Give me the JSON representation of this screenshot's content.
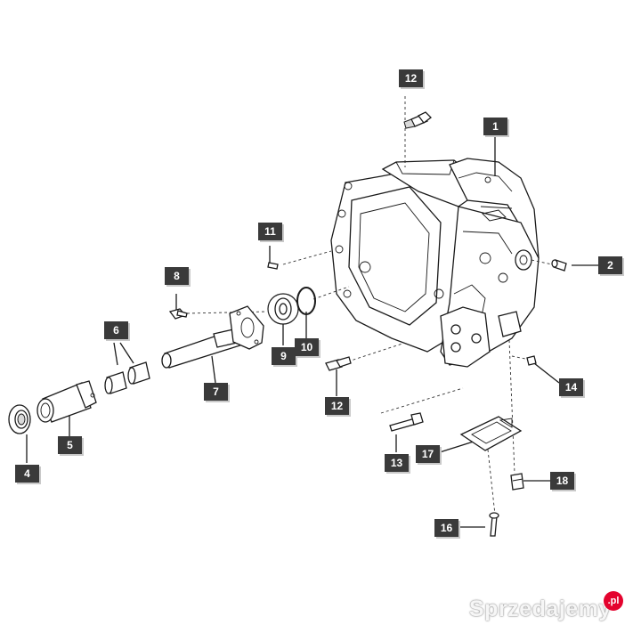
{
  "callout_color": "#3a3a3a",
  "callouts": {
    "c1": "1",
    "c2": "2",
    "c4": "4",
    "c5": "5",
    "c6": "6",
    "c7": "7",
    "c8": "8",
    "c9": "9",
    "c10": "10",
    "c11": "11",
    "c12a": "12",
    "c12b": "12",
    "c13": "13",
    "c14": "14",
    "c16": "16",
    "c17": "17",
    "c18": "18"
  },
  "watermark": {
    "text": "Sprzedajemy",
    "suffix": ".pl",
    "badge_color": "#e4032e"
  }
}
